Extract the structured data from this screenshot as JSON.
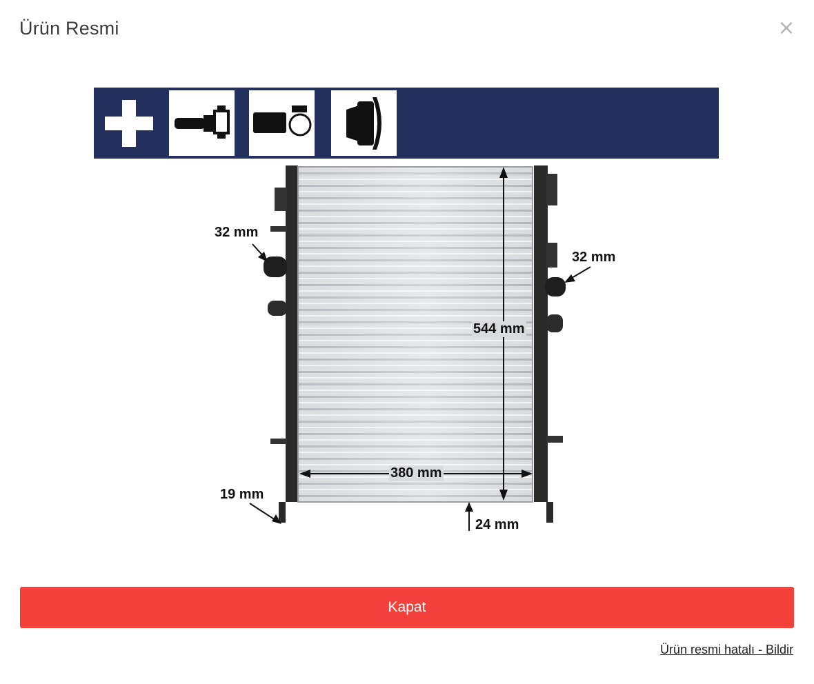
{
  "modal": {
    "title": "Ürün Resmi",
    "close_symbol": "×",
    "close_button_label": "Kapat",
    "report_link": "Ürün resmi hatalı - Bildir"
  },
  "product_image": {
    "icon_bar": {
      "background_color": "#24305e",
      "icons": [
        "plus-icon",
        "hose-connector-icon",
        "hose-clamp-icon",
        "rubber-mount-icon"
      ]
    },
    "dimensions": {
      "inlet_left": "32 mm",
      "inlet_right": "32 mm",
      "height": "544 mm",
      "width": "380 mm",
      "pin": "19 mm",
      "depth": "24 mm"
    }
  },
  "colors": {
    "close_button": "#f3403a",
    "title_text": "#3a3a3a"
  }
}
